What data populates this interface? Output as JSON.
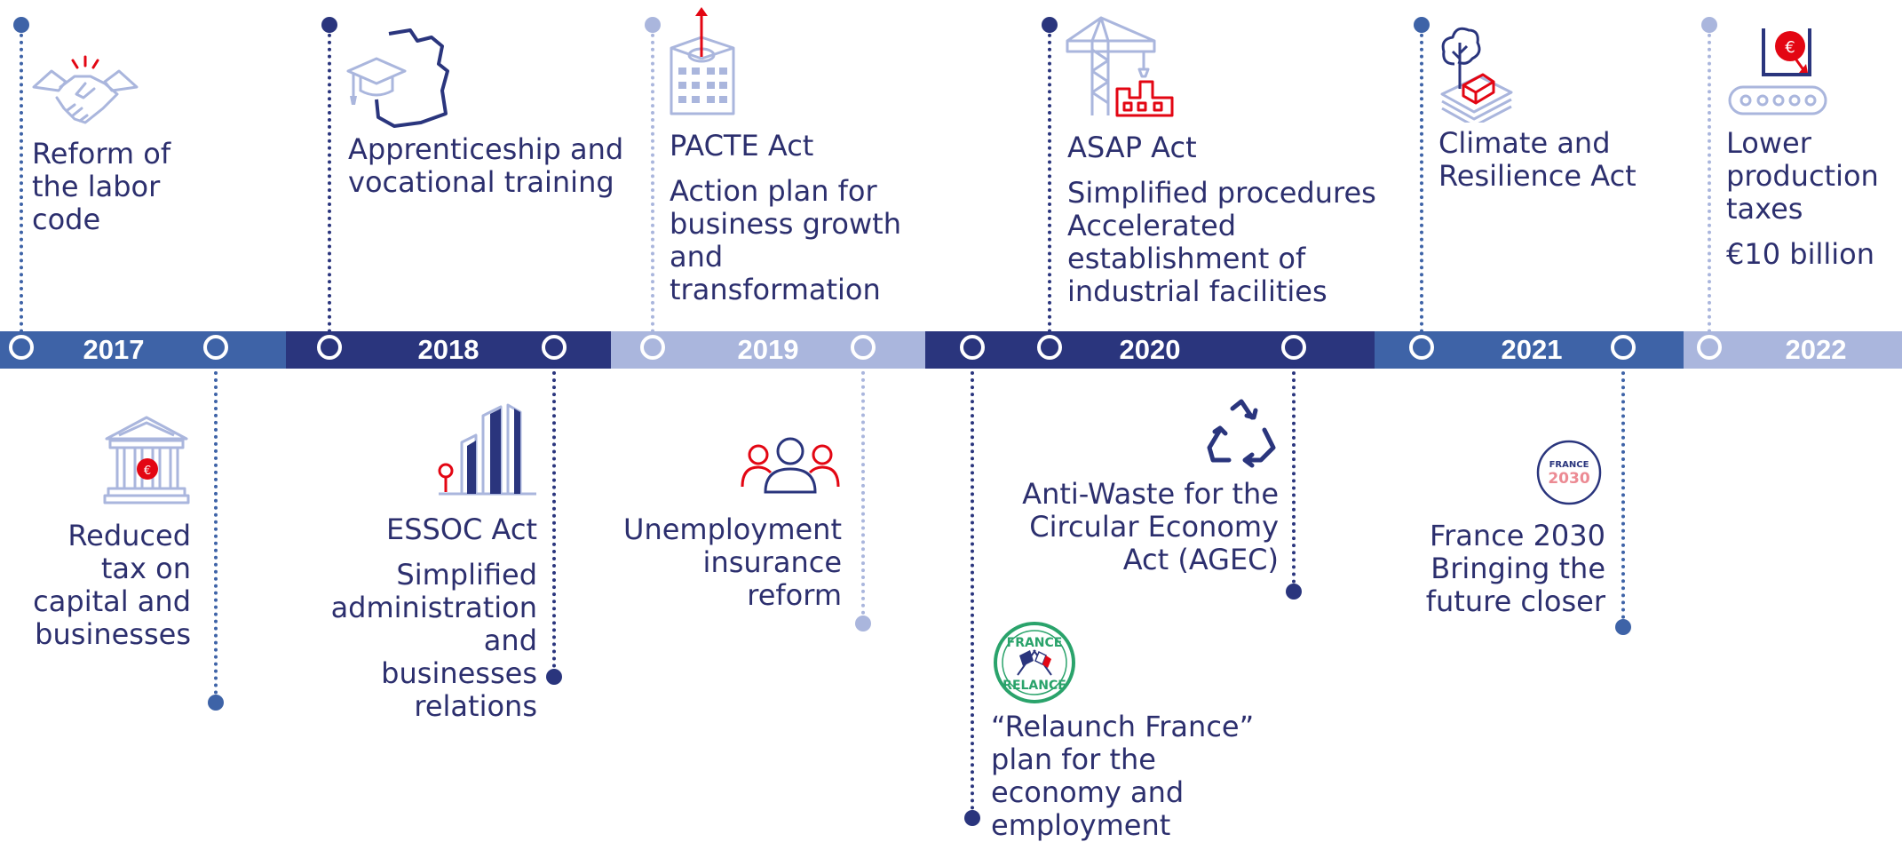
{
  "timeline": {
    "years": [
      "2017",
      "2018",
      "2019",
      "2020",
      "2021",
      "2022"
    ],
    "colors": {
      "dark": "#2a357d",
      "mid": "#3e63a7",
      "light": "#aab6dd",
      "accent": "#e30613"
    }
  },
  "events": {
    "labor_code": {
      "title": "Reform of the labor code",
      "icon": "handshake-icon"
    },
    "capital_tax": {
      "title": "Reduced tax on capital and businesses",
      "icon": "bank-building-icon"
    },
    "apprenticeship": {
      "title": "Apprenticeship and vocational training",
      "icon": "graduation-cap-icon"
    },
    "essoc": {
      "title": "ESSOC Act",
      "subtitle": "Simplified administration and businesses relations",
      "icon": "buildings-icon"
    },
    "pacte": {
      "title": "PACTE Act",
      "subtitle": "Action plan for business growth and transformation",
      "icon": "growing-building-icon"
    },
    "unemployment": {
      "title": "Unemployment insurance reform",
      "icon": "people-group-icon"
    },
    "relaunch": {
      "title": "“Relaunch France” plan for the economy and employment",
      "icon": "france-relance-logo",
      "logo_text": [
        "FRANCE",
        "RELANCE"
      ]
    },
    "asap": {
      "title": "ASAP Act",
      "subtitle": "Simplified procedures Accelerated establishment of industrial facilities",
      "icon": "crane-factory-icon"
    },
    "agec": {
      "title": "Anti-Waste for the Circular Economy Act (AGEC)",
      "icon": "recycle-icon"
    },
    "climate": {
      "title": "Climate and Resilience Act",
      "icon": "tree-land-icon"
    },
    "france2030": {
      "title": "France 2030 Bringing the future closer",
      "icon": "france-2030-logo",
      "logo_text": [
        "FRANCE",
        "2030"
      ]
    },
    "production_taxes": {
      "title": "Lower production taxes",
      "subtitle": "€10 billion",
      "icon": "conveyor-euro-icon"
    }
  }
}
